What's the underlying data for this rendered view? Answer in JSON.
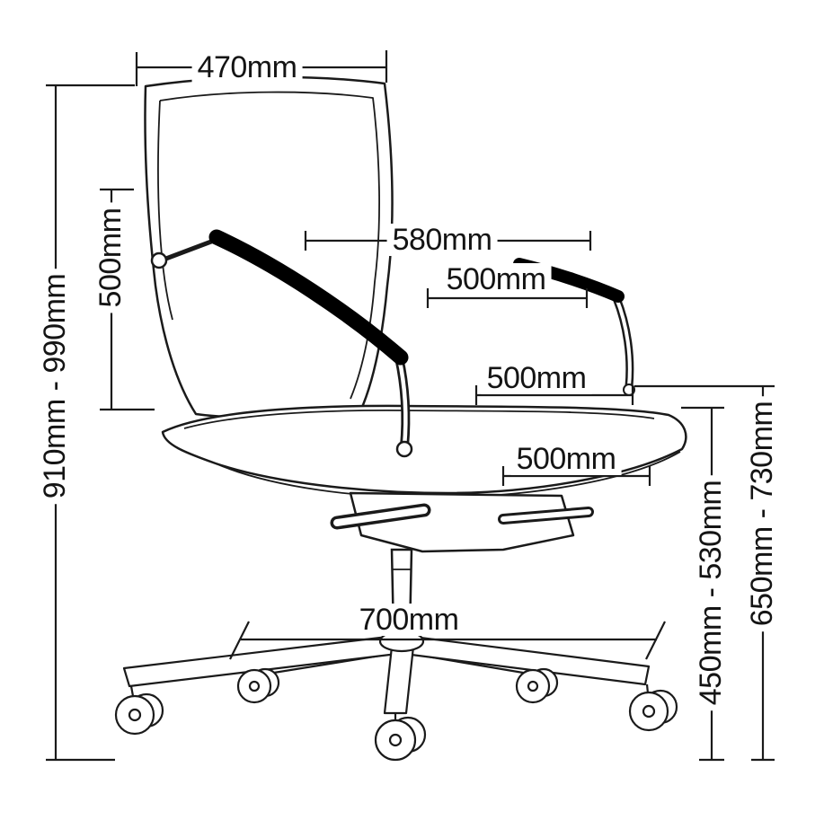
{
  "diagram": {
    "line_color": "#1a1a1a",
    "background_color": "#ffffff",
    "armpad_color": "#000000"
  },
  "dimensions": {
    "backrest_width": "470mm",
    "backrest_height": "500mm",
    "overall_height": "910mm - 990mm",
    "overall_arm_width": "580mm",
    "arm_to_arm": "500mm",
    "seat_width": "500mm",
    "seat_depth": "500mm",
    "base_width": "700mm",
    "seat_height": "450mm - 530mm",
    "arm_height": "650mm - 730mm"
  }
}
